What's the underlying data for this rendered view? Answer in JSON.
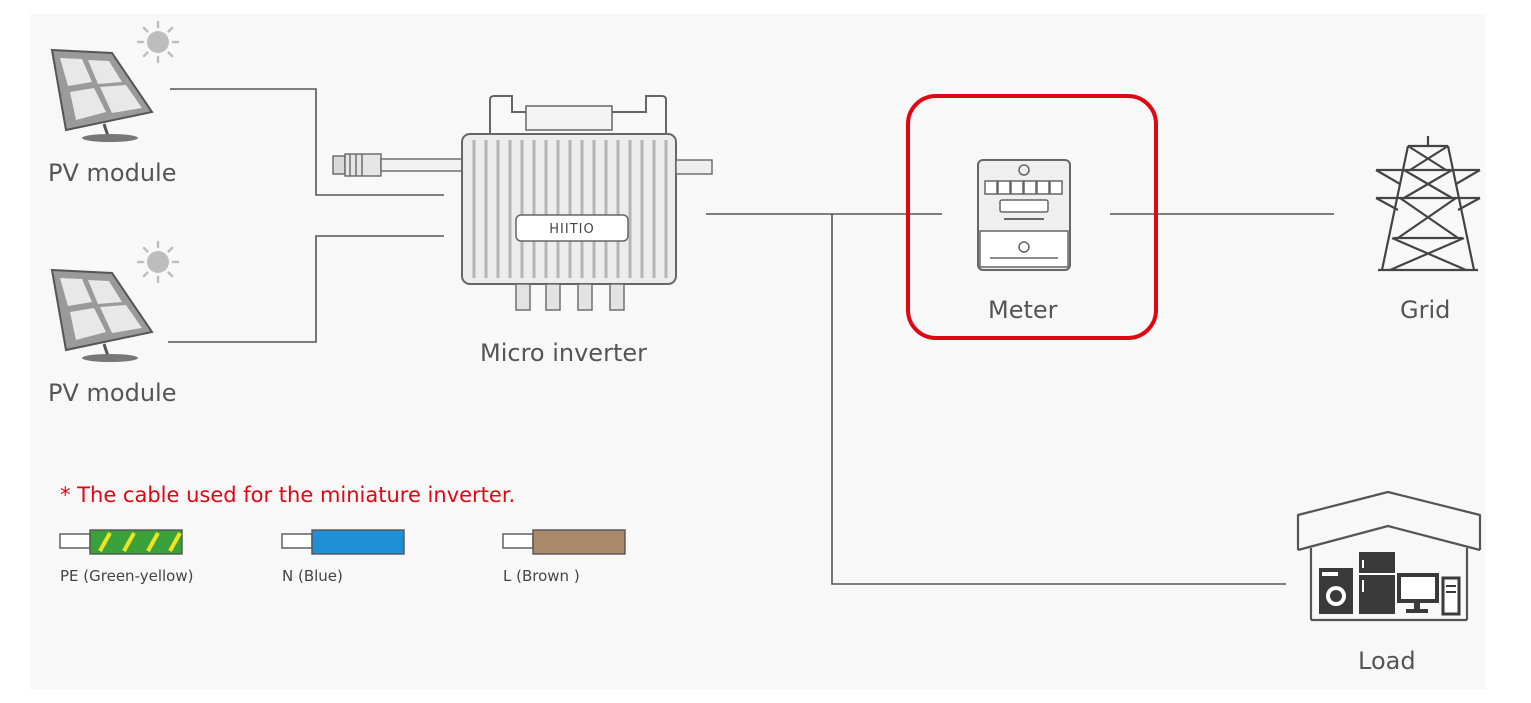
{
  "colors": {
    "line": "#555555",
    "device_fill": "#ededed",
    "device_stroke": "#666666",
    "highlight": "#e10613",
    "pe_green": "#3aa03a",
    "pe_yellow": "#f2e21e",
    "n_blue": "#1f8fd8",
    "l_brown": "#a9896a"
  },
  "icons": {
    "sun": "sun-icon",
    "pv_panel": "solar-panel-icon",
    "inverter": "micro-inverter-icon",
    "meter": "electric-meter-icon",
    "grid": "transmission-tower-icon",
    "load": "house-appliances-icon"
  },
  "nodes": {
    "pv_module_1": "PV module",
    "pv_module_2": "PV module",
    "micro_inverter": "Micro inverter",
    "inverter_brand": "HIITIO",
    "meter": "Meter",
    "grid": "Grid",
    "load": "Load"
  },
  "highlighted_node": "meter",
  "legend": {
    "note": "* The cable used for the miniature inverter.",
    "cables": [
      {
        "label": "PE (Green-yellow)"
      },
      {
        "label": "N (Blue)"
      },
      {
        "label": "L (Brown )"
      }
    ]
  }
}
